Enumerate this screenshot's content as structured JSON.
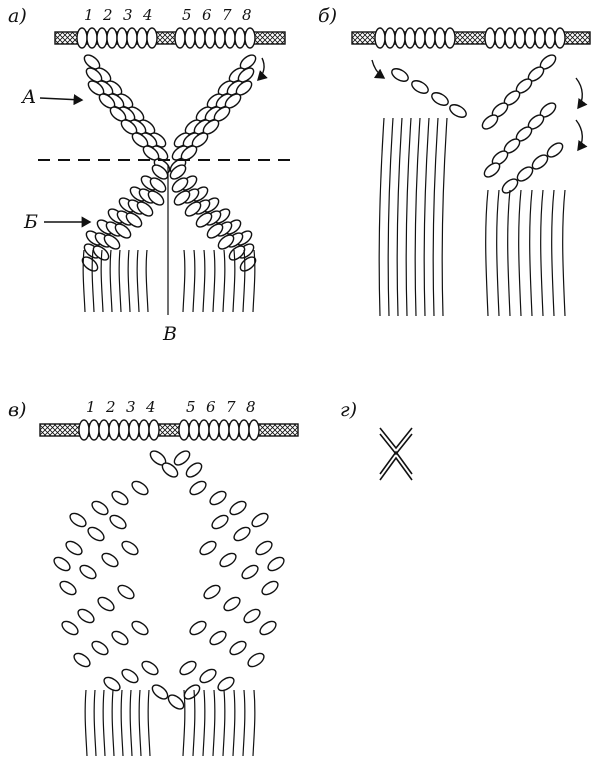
{
  "panels": {
    "a": {
      "label": "а)",
      "cord_numbers": [
        "1",
        "2",
        "3",
        "4",
        "5",
        "6",
        "7",
        "8"
      ],
      "marker_a": "А",
      "marker_b": "Б",
      "marker_v": "В"
    },
    "b": {
      "label": "б)"
    },
    "v": {
      "label": "в)",
      "cord_numbers": [
        "1",
        "2",
        "3",
        "4",
        "5",
        "6",
        "7",
        "8"
      ]
    },
    "g": {
      "label": "г)"
    }
  },
  "colors": {
    "ink": "#111111",
    "paper": "#ffffff"
  }
}
